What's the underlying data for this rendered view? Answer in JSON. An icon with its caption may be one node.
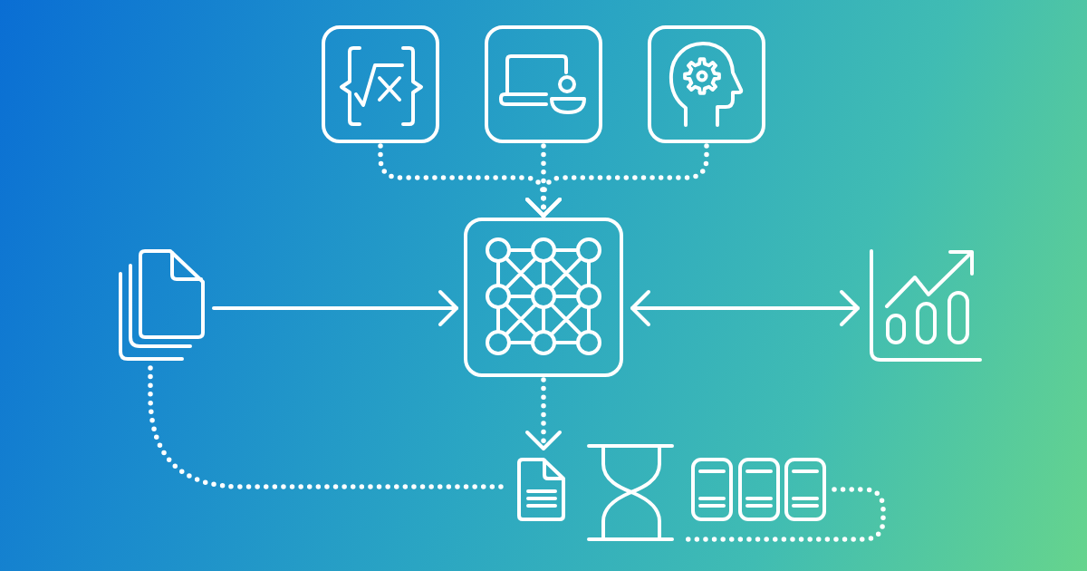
{
  "diagram": {
    "nodes": [
      {
        "text": [],
        "shape": "box"
      },
      {
        "text": [],
        "shape": "box"
      },
      {
        "text": [],
        "shape": "box"
      },
      {
        "text": [],
        "shape": "box"
      },
      {
        "text": [],
        "shape": "picture"
      },
      {
        "text": [],
        "shape": "picture"
      },
      {
        "text": [],
        "shape": "picture"
      },
      {
        "text": [],
        "shape": "picture"
      },
      {
        "text": [],
        "shape": "picture"
      },
      {
        "text": [],
        "shape": "picture"
      },
      {
        "text": [],
        "shape": "picture"
      }
    ],
    "edges": [
      {
        "from": 0,
        "to": 3,
        "arrow": "to",
        "style": "dashed"
      },
      {
        "from": 1,
        "to": 3,
        "arrow": "to",
        "style": "dashed"
      },
      {
        "from": 2,
        "to": 3,
        "arrow": "to",
        "style": "dashed"
      },
      {
        "from": 4,
        "to": 3,
        "arrow": "to"
      },
      {
        "from": 3,
        "to": 5,
        "arrow": "both"
      },
      {
        "from": 3,
        "to": 6,
        "arrow": "to",
        "style": "dashed"
      },
      {
        "from": 4,
        "to": 6,
        "arrow": "none",
        "style": "dashed"
      },
      {
        "from": 10,
        "to": 7,
        "arrow": "none",
        "style": "dashed"
      }
    ]
  }
}
